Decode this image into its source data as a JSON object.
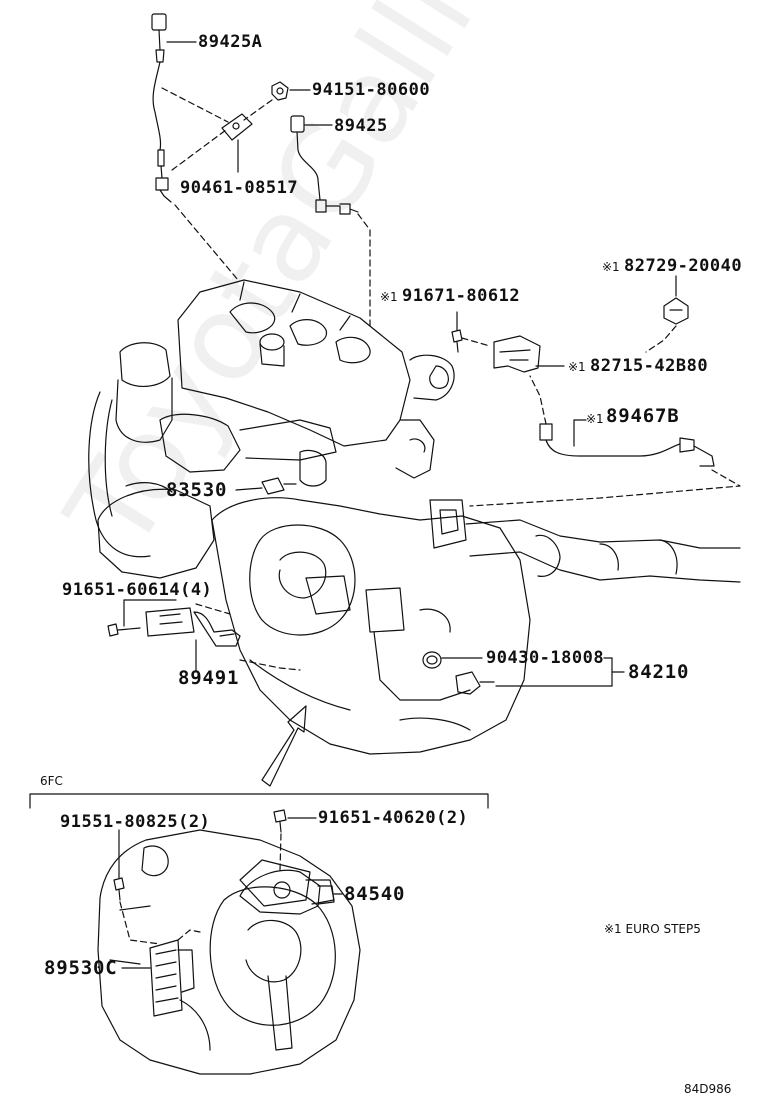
{
  "watermark": "ToyotaGalline.ru",
  "parts": {
    "p89425A": "89425A",
    "p94151": "94151-80600",
    "p89425": "89425",
    "p90461": "90461-08517",
    "p82729": "82729-20040",
    "p91671": "91671-80612",
    "p82715": "82715-42B80",
    "p89467B": "89467B",
    "p83530": "83530",
    "p91651_60614": "91651-60614(4)",
    "p89491": "89491",
    "p90430": "90430-18008",
    "p84210": "84210",
    "p91551": "91551-80825(2)",
    "p91651_40620": "91651-40620(2)",
    "p84540": "84540",
    "p89530C": "89530C"
  },
  "marks": {
    "euro_mark": "※1",
    "m82729": "※1",
    "m91671": "※1",
    "m82715": "※1",
    "m89467B": "※1"
  },
  "notes": {
    "variant_label": "6FC",
    "euro_note": "※1 EURO STEP5",
    "drawing_code": "84D986"
  },
  "colors": {
    "line": "#111111",
    "background": "#ffffff"
  }
}
